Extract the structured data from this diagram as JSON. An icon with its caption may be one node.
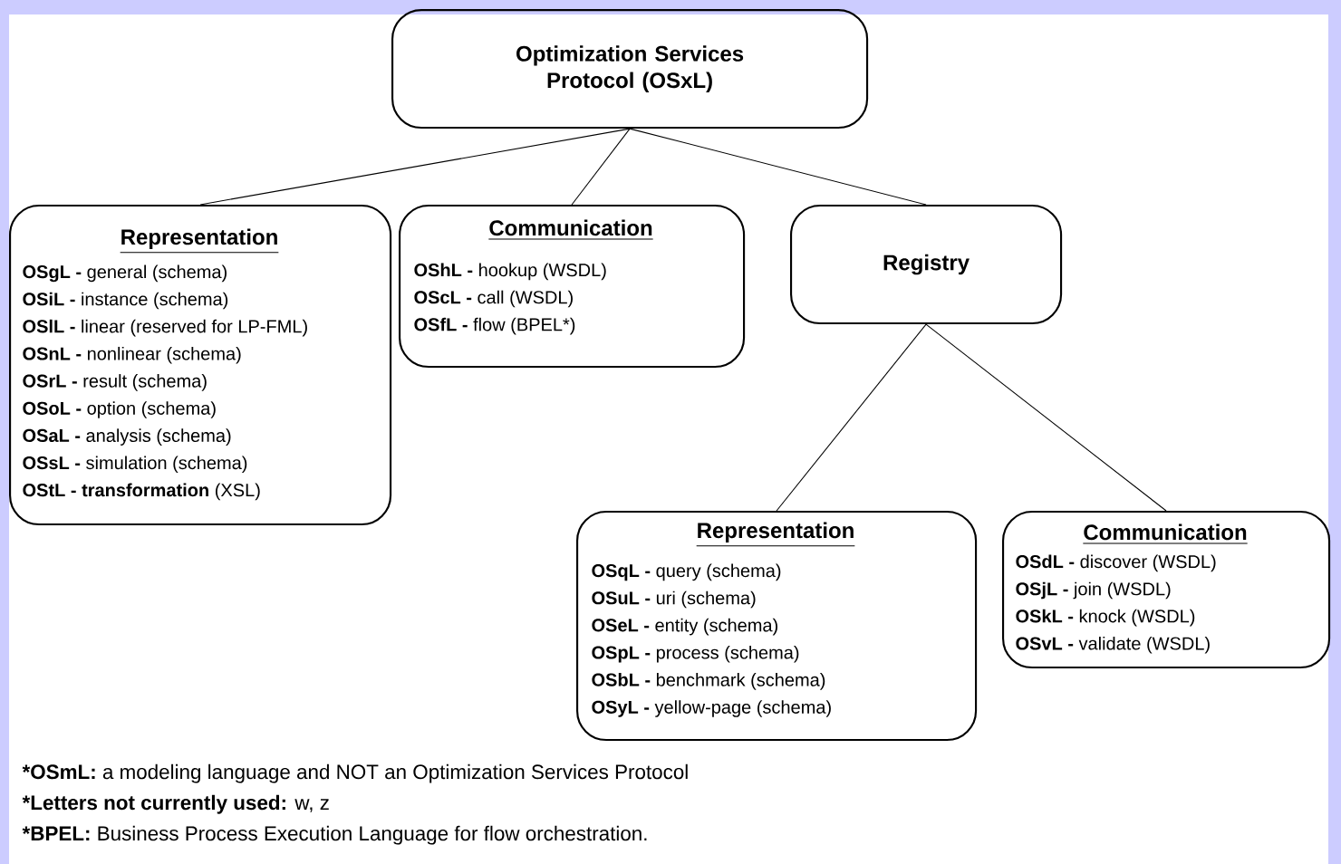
{
  "diagram": {
    "nodes": [
      {
        "text": [
          "Optimization Services Protocol (OSxL)"
        ]
      },
      {
        "text": [
          "Representation",
          "**OSgL -** general (schema)",
          "**OSiL -** instance (schema)",
          "**OSlL -** linear (reserved for LP-FML)",
          "**OSnL -** nonlinear (schema)",
          "**OSrL -** result (schema)",
          "**OSoL -** option (schema)",
          "**OSaL -** analysis (schema)",
          "**OSsL -** simulation (schema)",
          "**OStL -  transformation** (XSL)"
        ]
      },
      {
        "text": [
          "Communication",
          "**OShL -** hookup (WSDL)",
          "**OScL -** call (WSDL)",
          "**OSfL -** flow (BPEL*)"
        ]
      },
      {
        "text": [
          "Registry"
        ]
      },
      {
        "text": [
          "Representation",
          "**OSqL -** query (schema)",
          "**OSuL -** uri (schema)",
          "**OSeL -** entity (schema)",
          "**OSpL -** process (schema)",
          "**OSbL -** benchmark (schema)",
          "**OSyL -** yellow-page (schema)"
        ]
      },
      {
        "text": [
          "Communication",
          "**OSdL -** discover (WSDL)",
          "**OSjL -** join (WSDL)",
          "**OSkL -** knock (WSDL)",
          "**OSvL -** validate (WSDL)"
        ]
      }
    ],
    "edges": [
      {
        "from": 0,
        "to": 1,
        "arrow": "none"
      },
      {
        "from": 0,
        "to": 2,
        "arrow": "none"
      },
      {
        "from": 0,
        "to": 3,
        "arrow": "none"
      },
      {
        "from": 3,
        "to": 4,
        "arrow": "none"
      },
      {
        "from": 3,
        "to": 5,
        "arrow": "none"
      }
    ],
    "labels": [
      "*OSmL:",
      "a modeling language and NOT an Optimization Services Protocol",
      "*Letters not currently used:",
      "w, z",
      "*BPEL:",
      "Business Process Execution Language for flow orchestration."
    ]
  }
}
